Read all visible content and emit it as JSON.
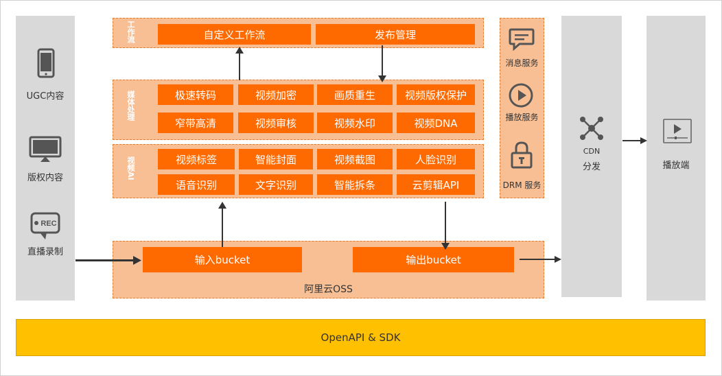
{
  "sources": [
    {
      "label": "UGC内容",
      "icon": "phone-icon"
    },
    {
      "label": "版权内容",
      "icon": "monitor-icon"
    },
    {
      "label": "直播录制",
      "icon": "rec-icon",
      "icon_text": "REC"
    }
  ],
  "workflow": {
    "section_label": "工作流",
    "items": [
      "自定义工作流",
      "发布管理"
    ]
  },
  "media_processing": {
    "section_label": "媒体处理",
    "items": [
      "极速转码",
      "视频加密",
      "画质重生",
      "视频版权保护",
      "窄带高清",
      "视频审核",
      "视频水印",
      "视频DNA"
    ]
  },
  "video_ai": {
    "section_label": "视频AI",
    "items": [
      "视频标签",
      "智能封面",
      "视频截图",
      "人脸识别",
      "语音识别",
      "文字识别",
      "智能拆条",
      "云剪辑API"
    ]
  },
  "oss": {
    "label": "阿里云OSS",
    "input": "输入bucket",
    "output": "输出bucket"
  },
  "services": [
    {
      "label": "消息服务",
      "icon": "message-icon"
    },
    {
      "label": "播放服务",
      "icon": "play-circle-icon"
    },
    {
      "label": "DRM 服务",
      "icon": "lock-icon"
    }
  ],
  "cdn": {
    "line1": "CDN",
    "line2": "分发",
    "icon": "network-icon"
  },
  "player": {
    "label": "播放端",
    "icon": "video-player-icon"
  },
  "bottom_bar": {
    "label": "OpenAPI & SDK"
  },
  "colors": {
    "accent": "#ff6a00",
    "panel": "#f8bf95",
    "gray": "#d9d9d9",
    "bar": "#ffc000"
  }
}
